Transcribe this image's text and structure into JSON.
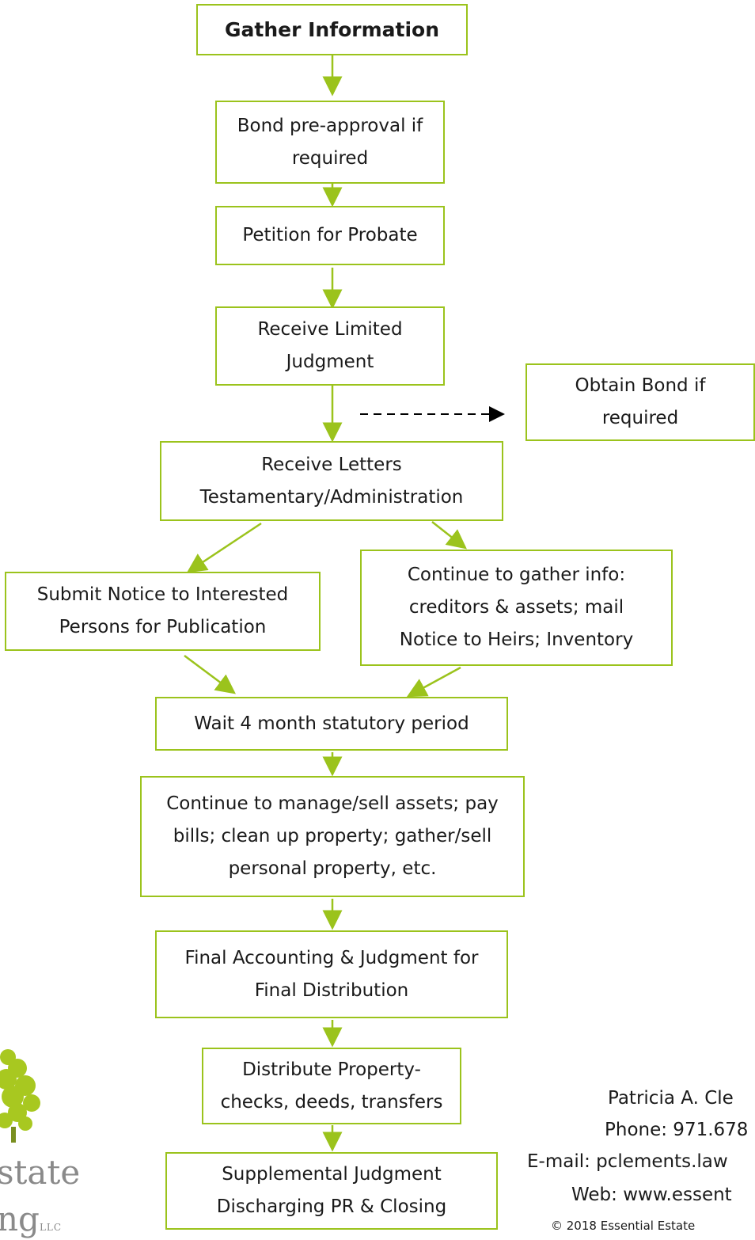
{
  "flow": {
    "gather": "Gather Information",
    "bond_pre": "Bond pre-approval if required",
    "petition": "Petition for Probate",
    "limited_judgment": "Receive Limited Judgment",
    "obtain_bond": "Obtain Bond if required",
    "letters": "Receive Letters Testamentary/Administration",
    "notice_publication": "Submit Notice to Interested Persons for Publication",
    "continue_gather": "Continue to gather info: creditors & assets; mail Notice to Heirs; Inventory",
    "wait": "Wait 4 month statutory period",
    "manage": "Continue to manage/sell assets; pay bills; clean up property; gather/sell personal property, etc.",
    "final_accounting": "Final Accounting & Judgment for Final Distribution",
    "distribute": "Distribute Property-checks, deeds, transfers",
    "supplemental": "Supplemental Judgment Discharging PR & Closing"
  },
  "footer": {
    "name": "Patricia A. Cle",
    "phone": "Phone: 971.678",
    "email": "E-mail: pclements.law",
    "web": "Web: www.essent",
    "copyright": "© 2018 Essential Estate"
  },
  "logo": {
    "line1": "state",
    "line2": "ng",
    "suffix": "LLC"
  },
  "colors": {
    "box_border": "#9bc31c",
    "arrow": "#9bc31c",
    "logo_tree": "#a8c820"
  }
}
